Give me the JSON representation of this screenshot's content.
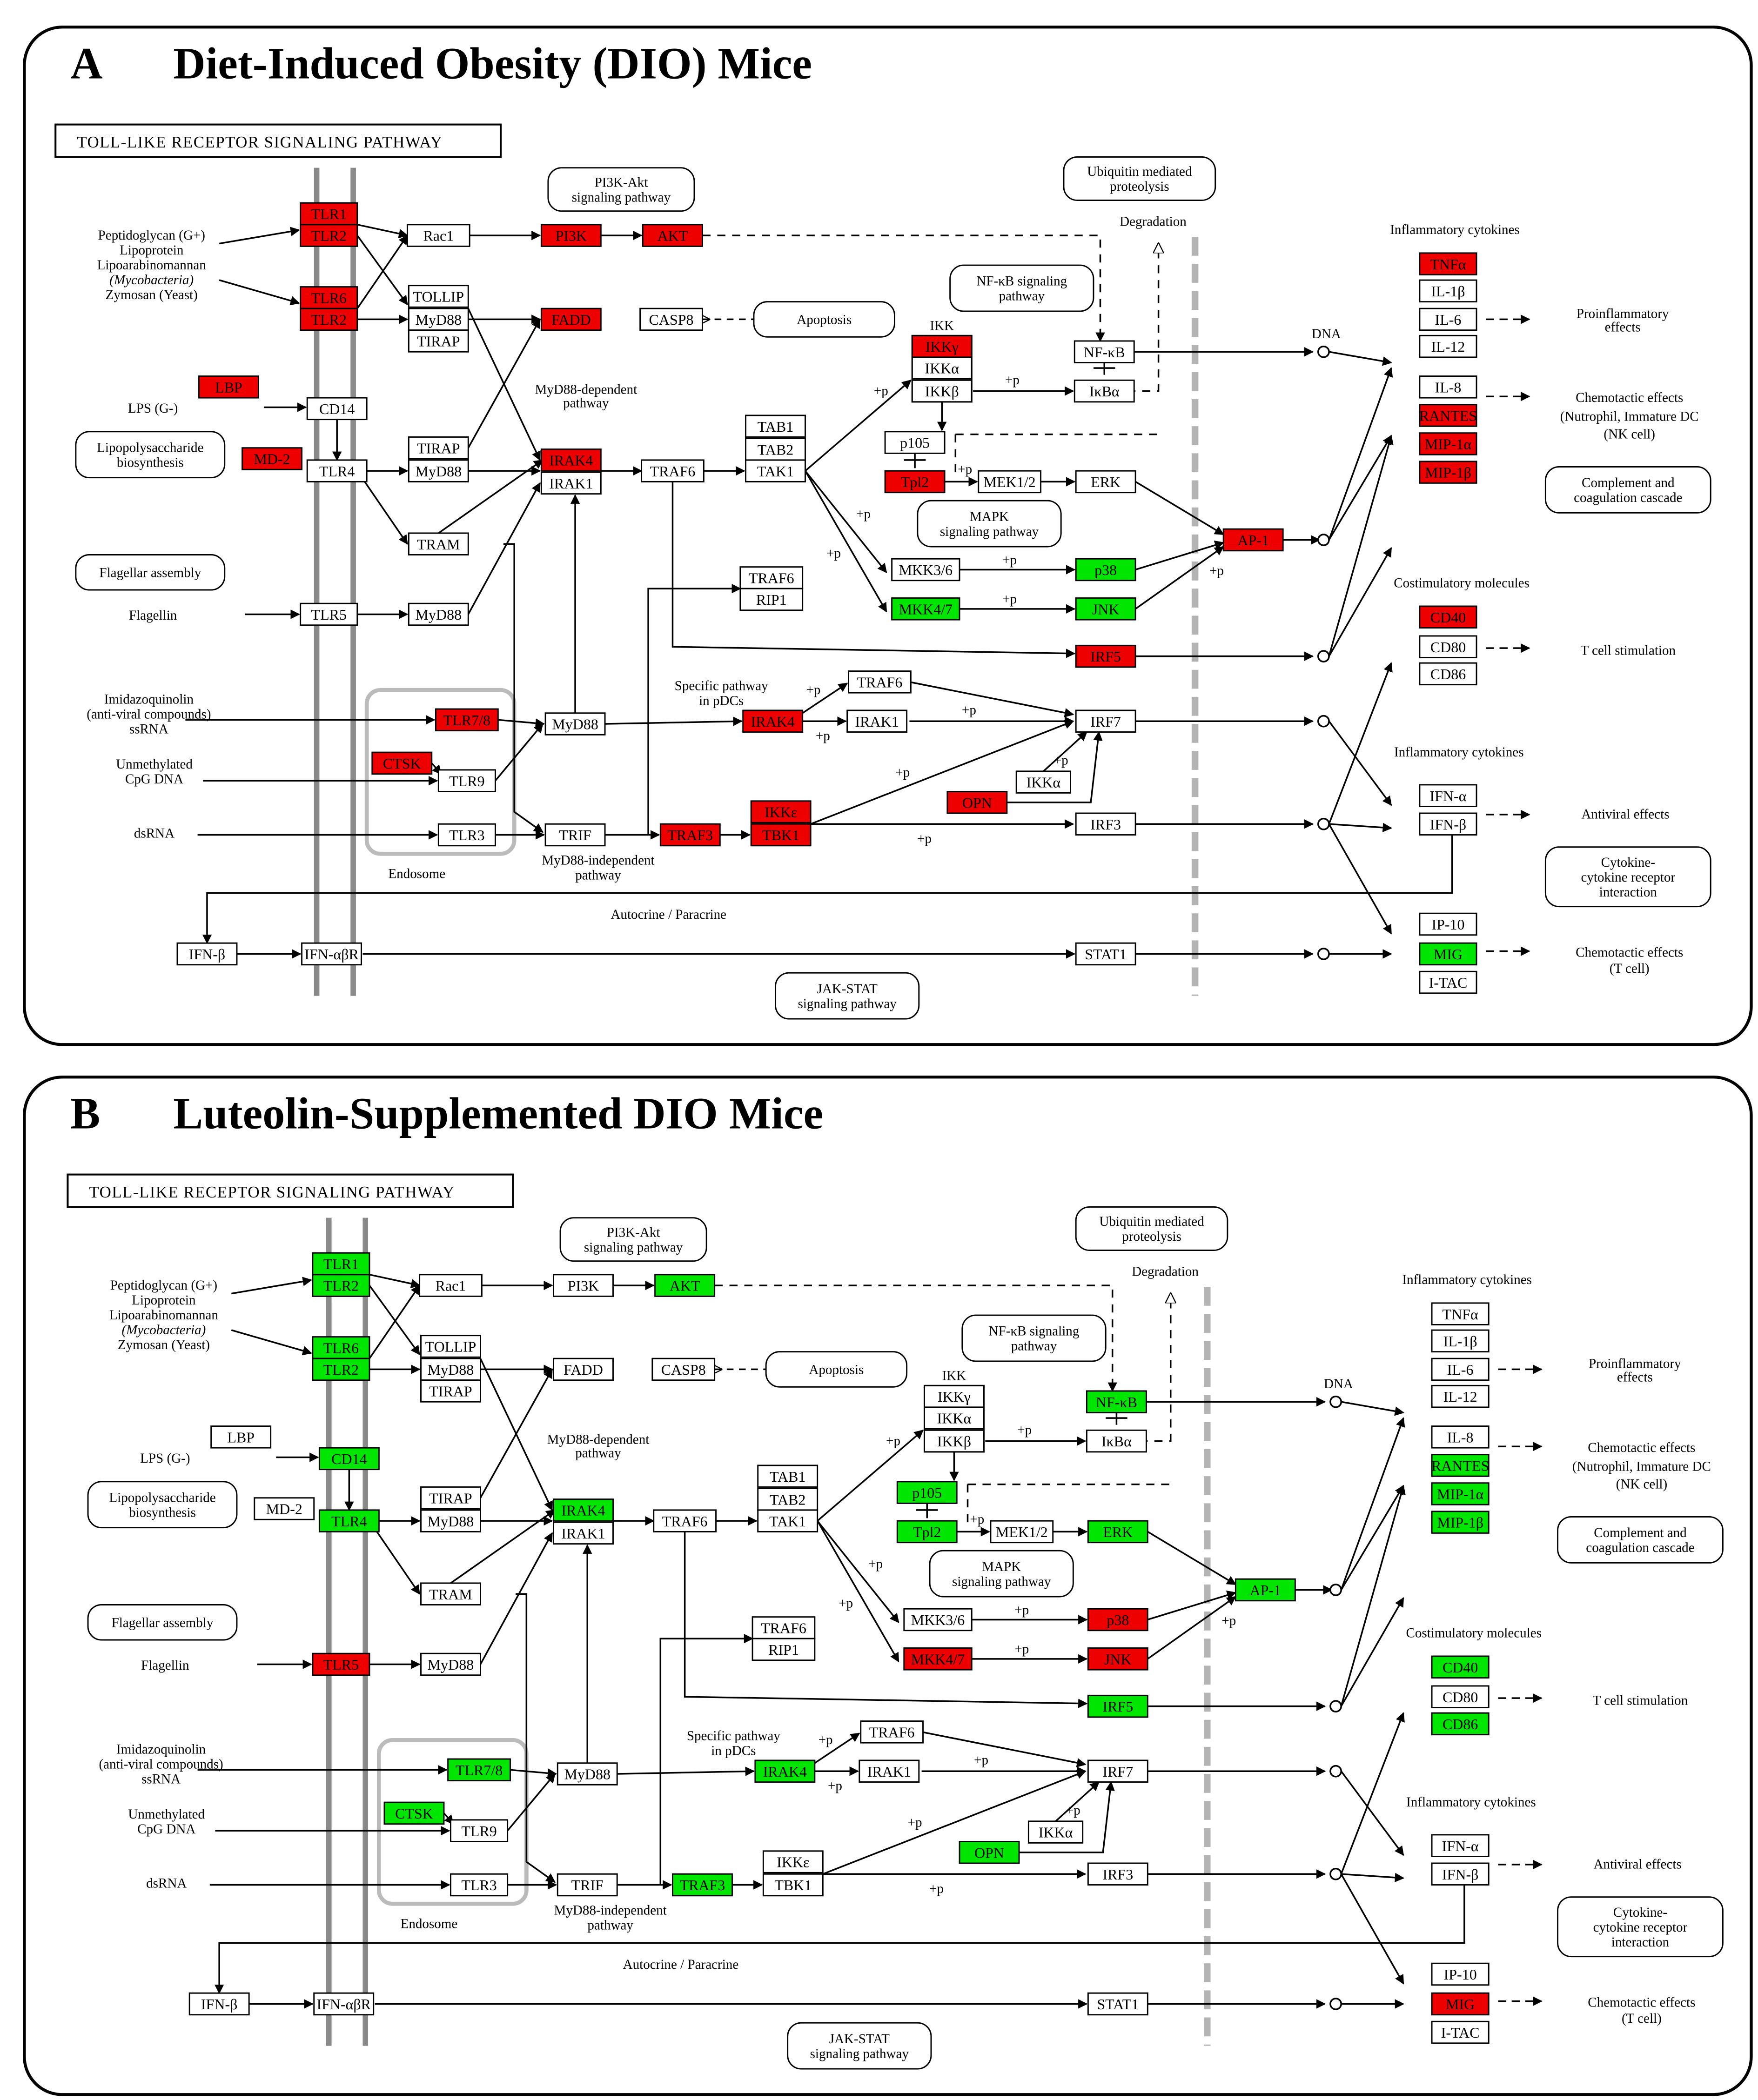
{
  "colors": {
    "up": "#ee0000",
    "down": "#00e600",
    "neutral": "#ffffff",
    "membrane": "#8a8a8a",
    "nuclear_membrane": "#b4b4b4"
  },
  "panels": [
    {
      "letter": "A",
      "title": "Diet-Induced Obesity (DIO) Mice",
      "pathway_label": "TOLL-LIKE RECEPTOR SIGNALING PATHWAY",
      "nodes": {
        "TLR1": {
          "label": "TLR1",
          "state": "up"
        },
        "TLR2a": {
          "label": "TLR2",
          "state": "up"
        },
        "TLR6": {
          "label": "TLR6",
          "state": "up"
        },
        "TLR2b": {
          "label": "TLR2",
          "state": "up"
        },
        "Rac1": {
          "label": "Rac1",
          "state": "neutral"
        },
        "PI3K": {
          "label": "PI3K",
          "state": "up"
        },
        "AKT": {
          "label": "AKT",
          "state": "up"
        },
        "TOLLIP": {
          "label": "TOLLIP",
          "state": "neutral"
        },
        "MyD88a": {
          "label": "MyD88",
          "state": "neutral"
        },
        "TIRAPa": {
          "label": "TIRAP",
          "state": "neutral"
        },
        "FADD": {
          "label": "FADD",
          "state": "up"
        },
        "CASP8": {
          "label": "CASP8",
          "state": "neutral"
        },
        "LBP": {
          "label": "LBP",
          "state": "up"
        },
        "CD14": {
          "label": "CD14",
          "state": "neutral"
        },
        "MD2": {
          "label": "MD-2",
          "state": "up"
        },
        "TLR4": {
          "label": "TLR4",
          "state": "neutral"
        },
        "TIRAPb": {
          "label": "TIRAP",
          "state": "neutral"
        },
        "MyD88b": {
          "label": "MyD88",
          "state": "neutral"
        },
        "IRAK4a": {
          "label": "IRAK4",
          "state": "up"
        },
        "IRAK1a": {
          "label": "IRAK1",
          "state": "neutral"
        },
        "TRAF6a": {
          "label": "TRAF6",
          "state": "neutral"
        },
        "TAB1": {
          "label": "TAB1",
          "state": "neutral"
        },
        "TAB2": {
          "label": "TAB2",
          "state": "neutral"
        },
        "TAK1": {
          "label": "TAK1",
          "state": "neutral"
        },
        "IKKg": {
          "label": "IKKγ",
          "state": "up"
        },
        "IKKa": {
          "label": "IKKα",
          "state": "neutral"
        },
        "IKKb": {
          "label": "IKKβ",
          "state": "neutral"
        },
        "NFkB": {
          "label": "NF-κB",
          "state": "neutral"
        },
        "IkBa": {
          "label": "IκBα",
          "state": "neutral"
        },
        "p105": {
          "label": "p105",
          "state": "neutral"
        },
        "Tpl2": {
          "label": "Tpl2",
          "state": "up"
        },
        "MEK12": {
          "label": "MEK1/2",
          "state": "neutral"
        },
        "ERK": {
          "label": "ERK",
          "state": "neutral"
        },
        "TRAM": {
          "label": "TRAM",
          "state": "neutral"
        },
        "TRAF6b": {
          "label": "TRAF6",
          "state": "neutral"
        },
        "RIP1": {
          "label": "RIP1",
          "state": "neutral"
        },
        "MKK36": {
          "label": "MKK3/6",
          "state": "neutral"
        },
        "p38": {
          "label": "p38",
          "state": "down"
        },
        "MKK47": {
          "label": "MKK4/7",
          "state": "down"
        },
        "JNK": {
          "label": "JNK",
          "state": "down"
        },
        "AP1": {
          "label": "AP-1",
          "state": "up"
        },
        "TLR5": {
          "label": "TLR5",
          "state": "neutral"
        },
        "MyD88c": {
          "label": "MyD88",
          "state": "neutral"
        },
        "IRF5": {
          "label": "IRF5",
          "state": "up"
        },
        "TLR78": {
          "label": "TLR7/8",
          "state": "up"
        },
        "MyD88d": {
          "label": "MyD88",
          "state": "neutral"
        },
        "IRAK4b": {
          "label": "IRAK4",
          "state": "up"
        },
        "IRAK1b": {
          "label": "IRAK1",
          "state": "neutral"
        },
        "TRAF6c": {
          "label": "TRAF6",
          "state": "neutral"
        },
        "IRF7": {
          "label": "IRF7",
          "state": "neutral"
        },
        "CTSK": {
          "label": "CTSK",
          "state": "up"
        },
        "TLR9": {
          "label": "TLR9",
          "state": "neutral"
        },
        "IKKa2": {
          "label": "IKKα",
          "state": "neutral"
        },
        "OPN": {
          "label": "OPN",
          "state": "up"
        },
        "TLR3": {
          "label": "TLR3",
          "state": "neutral"
        },
        "TRIF": {
          "label": "TRIF",
          "state": "neutral"
        },
        "TRAF3": {
          "label": "TRAF3",
          "state": "up"
        },
        "IKKe": {
          "label": "IKKε",
          "state": "up"
        },
        "TBK1": {
          "label": "TBK1",
          "state": "up"
        },
        "IRF3": {
          "label": "IRF3",
          "state": "neutral"
        },
        "IFNbL": {
          "label": "IFN-β",
          "state": "neutral"
        },
        "IFNabR": {
          "label": "IFN-αβR",
          "state": "neutral"
        },
        "STAT1": {
          "label": "STAT1",
          "state": "neutral"
        },
        "TNFa": {
          "label": "TNFα",
          "state": "up"
        },
        "IL1b": {
          "label": "IL-1β",
          "state": "neutral"
        },
        "IL6": {
          "label": "IL-6",
          "state": "neutral"
        },
        "IL12": {
          "label": "IL-12",
          "state": "neutral"
        },
        "IL8": {
          "label": "IL-8",
          "state": "neutral"
        },
        "RANTES": {
          "label": "RANTES",
          "state": "up"
        },
        "MIP1a": {
          "label": "MIP-1α",
          "state": "up"
        },
        "MIP1b": {
          "label": "MIP-1β",
          "state": "up"
        },
        "CD40": {
          "label": "CD40",
          "state": "up"
        },
        "CD80": {
          "label": "CD80",
          "state": "neutral"
        },
        "CD86": {
          "label": "CD86",
          "state": "neutral"
        },
        "IFNa": {
          "label": "IFN-α",
          "state": "neutral"
        },
        "IFNbR": {
          "label": "IFN-β",
          "state": "neutral"
        },
        "IP10": {
          "label": "IP-10",
          "state": "neutral"
        },
        "MIG": {
          "label": "MIG",
          "state": "down"
        },
        "ITAC": {
          "label": "I-TAC",
          "state": "neutral"
        }
      }
    },
    {
      "letter": "B",
      "title": "Luteolin-Supplemented DIO Mice",
      "pathway_label": "TOLL-LIKE RECEPTOR SIGNALING PATHWAY",
      "nodes": {
        "TLR1": {
          "label": "TLR1",
          "state": "down"
        },
        "TLR2a": {
          "label": "TLR2",
          "state": "down"
        },
        "TLR6": {
          "label": "TLR6",
          "state": "down"
        },
        "TLR2b": {
          "label": "TLR2",
          "state": "down"
        },
        "Rac1": {
          "label": "Rac1",
          "state": "neutral"
        },
        "PI3K": {
          "label": "PI3K",
          "state": "neutral"
        },
        "AKT": {
          "label": "AKT",
          "state": "down"
        },
        "TOLLIP": {
          "label": "TOLLIP",
          "state": "neutral"
        },
        "MyD88a": {
          "label": "MyD88",
          "state": "neutral"
        },
        "TIRAPa": {
          "label": "TIRAP",
          "state": "neutral"
        },
        "FADD": {
          "label": "FADD",
          "state": "neutral"
        },
        "CASP8": {
          "label": "CASP8",
          "state": "neutral"
        },
        "LBP": {
          "label": "LBP",
          "state": "neutral"
        },
        "CD14": {
          "label": "CD14",
          "state": "down"
        },
        "MD2": {
          "label": "MD-2",
          "state": "neutral"
        },
        "TLR4": {
          "label": "TLR4",
          "state": "down"
        },
        "TIRAPb": {
          "label": "TIRAP",
          "state": "neutral"
        },
        "MyD88b": {
          "label": "MyD88",
          "state": "neutral"
        },
        "IRAK4a": {
          "label": "IRAK4",
          "state": "down"
        },
        "IRAK1a": {
          "label": "IRAK1",
          "state": "neutral"
        },
        "TRAF6a": {
          "label": "TRAF6",
          "state": "neutral"
        },
        "TAB1": {
          "label": "TAB1",
          "state": "neutral"
        },
        "TAB2": {
          "label": "TAB2",
          "state": "neutral"
        },
        "TAK1": {
          "label": "TAK1",
          "state": "neutral"
        },
        "IKKg": {
          "label": "IKKγ",
          "state": "neutral"
        },
        "IKKa": {
          "label": "IKKα",
          "state": "neutral"
        },
        "IKKb": {
          "label": "IKKβ",
          "state": "neutral"
        },
        "NFkB": {
          "label": "NF-κB",
          "state": "down"
        },
        "IkBa": {
          "label": "IκBα",
          "state": "neutral"
        },
        "p105": {
          "label": "p105",
          "state": "down"
        },
        "Tpl2": {
          "label": "Tpl2",
          "state": "down"
        },
        "MEK12": {
          "label": "MEK1/2",
          "state": "neutral"
        },
        "ERK": {
          "label": "ERK",
          "state": "down"
        },
        "TRAM": {
          "label": "TRAM",
          "state": "neutral"
        },
        "TRAF6b": {
          "label": "TRAF6",
          "state": "neutral"
        },
        "RIP1": {
          "label": "RIP1",
          "state": "neutral"
        },
        "MKK36": {
          "label": "MKK3/6",
          "state": "neutral"
        },
        "p38": {
          "label": "p38",
          "state": "up"
        },
        "MKK47": {
          "label": "MKK4/7",
          "state": "up"
        },
        "JNK": {
          "label": "JNK",
          "state": "up"
        },
        "AP1": {
          "label": "AP-1",
          "state": "down"
        },
        "TLR5": {
          "label": "TLR5",
          "state": "up"
        },
        "MyD88c": {
          "label": "MyD88",
          "state": "neutral"
        },
        "IRF5": {
          "label": "IRF5",
          "state": "down"
        },
        "TLR78": {
          "label": "TLR7/8",
          "state": "down"
        },
        "MyD88d": {
          "label": "MyD88",
          "state": "neutral"
        },
        "IRAK4b": {
          "label": "IRAK4",
          "state": "down"
        },
        "IRAK1b": {
          "label": "IRAK1",
          "state": "neutral"
        },
        "TRAF6c": {
          "label": "TRAF6",
          "state": "neutral"
        },
        "IRF7": {
          "label": "IRF7",
          "state": "neutral"
        },
        "CTSK": {
          "label": "CTSK",
          "state": "down"
        },
        "TLR9": {
          "label": "TLR9",
          "state": "neutral"
        },
        "IKKa2": {
          "label": "IKKα",
          "state": "neutral"
        },
        "OPN": {
          "label": "OPN",
          "state": "down"
        },
        "TLR3": {
          "label": "TLR3",
          "state": "neutral"
        },
        "TRIF": {
          "label": "TRIF",
          "state": "neutral"
        },
        "TRAF3": {
          "label": "TRAF3",
          "state": "down"
        },
        "IKKe": {
          "label": "IKKε",
          "state": "neutral"
        },
        "TBK1": {
          "label": "TBK1",
          "state": "neutral"
        },
        "IRF3": {
          "label": "IRF3",
          "state": "neutral"
        },
        "IFNbL": {
          "label": "IFN-β",
          "state": "neutral"
        },
        "IFNabR": {
          "label": "IFN-αβR",
          "state": "neutral"
        },
        "STAT1": {
          "label": "STAT1",
          "state": "neutral"
        },
        "TNFa": {
          "label": "TNFα",
          "state": "neutral"
        },
        "IL1b": {
          "label": "IL-1β",
          "state": "neutral"
        },
        "IL6": {
          "label": "IL-6",
          "state": "neutral"
        },
        "IL12": {
          "label": "IL-12",
          "state": "neutral"
        },
        "IL8": {
          "label": "IL-8",
          "state": "neutral"
        },
        "RANTES": {
          "label": "RANTES",
          "state": "down"
        },
        "MIP1a": {
          "label": "MIP-1α",
          "state": "down"
        },
        "MIP1b": {
          "label": "MIP-1β",
          "state": "down"
        },
        "CD40": {
          "label": "CD40",
          "state": "down"
        },
        "CD80": {
          "label": "CD80",
          "state": "neutral"
        },
        "CD86": {
          "label": "CD86",
          "state": "down"
        },
        "IFNa": {
          "label": "IFN-α",
          "state": "neutral"
        },
        "IFNbR": {
          "label": "IFN-β",
          "state": "neutral"
        },
        "IP10": {
          "label": "IP-10",
          "state": "neutral"
        },
        "MIG": {
          "label": "MIG",
          "state": "up"
        },
        "ITAC": {
          "label": "I-TAC",
          "state": "neutral"
        }
      }
    }
  ],
  "pathway_boxes": {
    "pi3k_akt": [
      "PI3K-Akt",
      "signaling pathway"
    ],
    "ubiquitin": [
      "Ubiquitin mediated",
      "proteolysis"
    ],
    "nfkb": [
      "NF-κB signaling",
      "pathway"
    ],
    "apoptosis": [
      "Apoptosis"
    ],
    "lps_bio": [
      "Lipopolysaccharide",
      "biosynthesis"
    ],
    "mapk": [
      "MAPK",
      "signaling pathway"
    ],
    "flagellar": [
      "Flagellar assembly"
    ],
    "complement": [
      "Complement and",
      "coagulation cascade"
    ],
    "cytokine_receptor": [
      "Cytokine-",
      "cytokine receptor",
      "interaction"
    ],
    "jak_stat": [
      "JAK-STAT",
      "signaling pathway"
    ]
  },
  "texts": {
    "ligand_tlr2_1": "Peptidoglycan (G+)",
    "ligand_tlr2_2": "Lipoprotein",
    "ligand_tlr2_3": "Lipoarabinomannan",
    "ligand_tlr2_4": "(Mycobacteria)",
    "ligand_tlr2_5": "Zymosan (Yeast)",
    "lps": "LPS (G-)",
    "flagellin": "Flagellin",
    "imidazo_1": "Imidazoquinolin",
    "imidazo_2": "(anti-viral compounds)",
    "imidazo_3": "ssRNA",
    "cpg_1": "Unmethylated",
    "cpg_2": "CpG DNA",
    "dsrna": "dsRNA",
    "endosome": "Endosome",
    "myd88_dep_1": "MyD88-dependent",
    "myd88_dep_2": "pathway",
    "myd88_indep_1": "MyD88-independent",
    "myd88_indep_2": "pathway",
    "specific_1": "Specific pathway",
    "specific_2": "in pDCs",
    "ikk": "IKK",
    "degradation": "Degradation",
    "dna": "DNA",
    "autocrine": "Autocrine / Paracrine",
    "p": "+p",
    "infl_cytokines": "Inflammatory cytokines",
    "costim": "Costimulatory molecules",
    "proinfl_1": "Proinflammatory",
    "proinfl_2": "effects",
    "chemo_1": "Chemotactic effects",
    "chemo_2": "(Nutrophil, Immature DC",
    "chemo_3": "(NK cell)",
    "tcell_stim": "T cell stimulation",
    "antiviral": "Antiviral effects",
    "chemo_t1": "Chemotactic effects",
    "chemo_t2": "(T cell)"
  }
}
